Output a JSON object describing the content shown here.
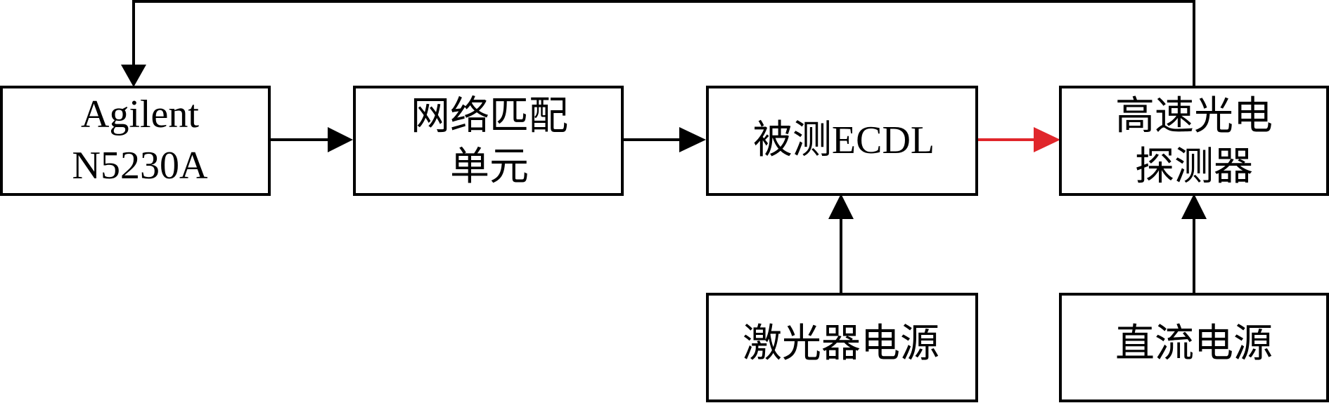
{
  "blocks": {
    "agilent": {
      "line1": "Agilent",
      "line2": "N5230A"
    },
    "matching": {
      "line1": "网络匹配",
      "line2": "单元"
    },
    "ecdl": {
      "line1": "被测ECDL"
    },
    "detector": {
      "line1": "高速光电",
      "line2": "探测器"
    },
    "laser_power": {
      "line1": "激光器电源"
    },
    "dc_power": {
      "line1": "直流电源"
    }
  },
  "colors": {
    "line": "#000000",
    "optical_link": "#e0262b"
  }
}
